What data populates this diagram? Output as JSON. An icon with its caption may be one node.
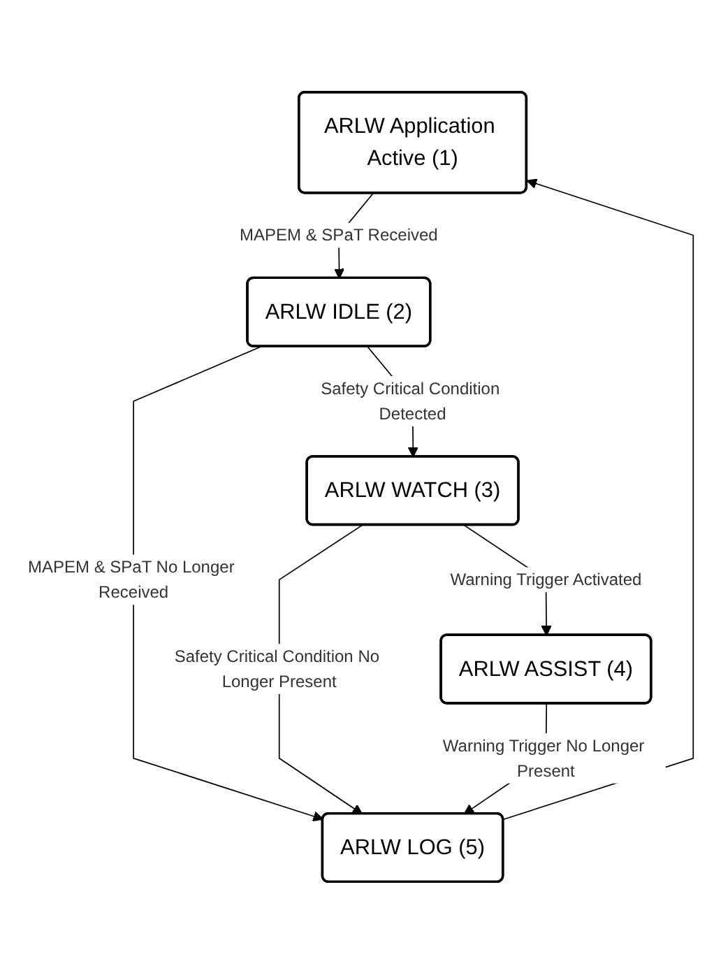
{
  "diagram": {
    "nodes": [
      {
        "text": [
          "ARLW Application Active (1)"
        ]
      },
      {
        "text": [
          "ARLW IDLE (2)"
        ]
      },
      {
        "text": [
          "ARLW WATCH (3)"
        ]
      },
      {
        "text": [
          "ARLW ASSIST (4)"
        ]
      },
      {
        "text": [
          "ARLW LOG (5)"
        ]
      }
    ],
    "edges": [
      {
        "from": 0,
        "to": 1,
        "arrow": "to",
        "label": "MAPEM & SPaT Received"
      },
      {
        "from": 1,
        "to": 4,
        "arrow": "to",
        "label": "MAPEM & SPaT No Longer Received"
      },
      {
        "from": 1,
        "to": 2,
        "arrow": "to",
        "label": "Safety Critical Condition Detected"
      },
      {
        "from": 2,
        "to": 4,
        "arrow": "to",
        "label": "Safety Critical Condition No Longer Present"
      },
      {
        "from": 2,
        "to": 3,
        "arrow": "to",
        "label": "Warning Trigger Activated"
      },
      {
        "from": 3,
        "to": 4,
        "arrow": "to",
        "label": "Warning Trigger No Longer Present"
      },
      {
        "from": 4,
        "to": 0,
        "arrow": "to"
      }
    ]
  }
}
